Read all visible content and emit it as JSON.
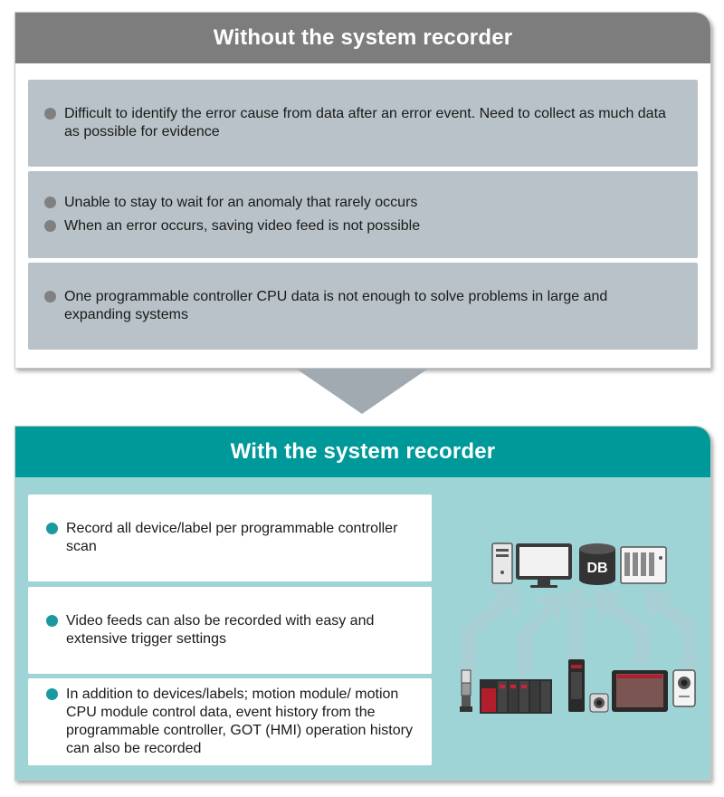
{
  "without": {
    "title": "Without the system recorder",
    "boxes": [
      {
        "items": [
          "Difficult to identify the error cause from data after an error event. Need to collect as much data as possible for evidence"
        ]
      },
      {
        "items": [
          "Unable to stay to wait for an anomaly that rarely occurs",
          "When an error occurs, saving video feed is not possible"
        ]
      },
      {
        "items": [
          "One programmable controller CPU data is not enough to solve problems in large and expanding systems"
        ]
      }
    ]
  },
  "with": {
    "title": "With the system recorder",
    "boxes": [
      {
        "items": [
          "Record all device/label per programmable controller scan"
        ]
      },
      {
        "items": [
          "Video feeds can also be recorded with easy and extensive trigger settings"
        ]
      },
      {
        "items": [
          "In addition to devices/labels; motion module/ motion CPU module control data, event history from the programmable controller, GOT (HMI) operation history can also be recorded"
        ]
      }
    ],
    "db_label": "DB"
  },
  "colors": {
    "without_header": "#7d7d7d",
    "with_header": "#00999a",
    "with_background": "#9fd4d7",
    "gray_box": "#b8c2c8",
    "arrow": "#a0aab0"
  },
  "icons": [
    "pc-tower-icon",
    "monitor-icon",
    "database-icon",
    "server-rack-icon",
    "signal-tower-icon",
    "plc-rack-icon",
    "servo-drive-icon",
    "camera-module-icon",
    "hmi-panel-icon",
    "network-camera-icon"
  ]
}
